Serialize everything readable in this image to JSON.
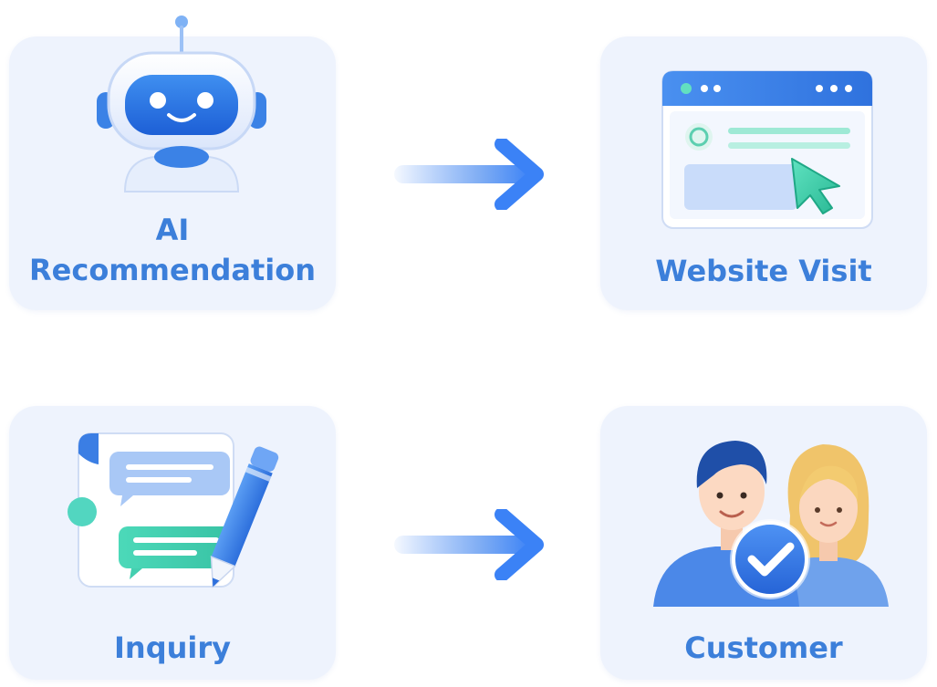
{
  "steps": [
    {
      "label": "AI Recommendation",
      "icon": "robot-icon"
    },
    {
      "label": "Website Visit",
      "icon": "browser-window-icon"
    },
    {
      "label": "Inquiry",
      "icon": "chat-document-icon"
    },
    {
      "label": "Customer",
      "icon": "customers-verified-icon"
    }
  ],
  "connectors": [
    {
      "from": "AI Recommendation",
      "to": "Website Visit",
      "icon": "arrow-right-icon"
    },
    {
      "from": "Inquiry",
      "to": "Customer",
      "icon": "arrow-right-icon"
    }
  ],
  "colors": {
    "card_background": "#eef3fd",
    "label_text": "#3c7fda",
    "accent_blue": "#3b82f6",
    "accent_teal": "#3fd0b0"
  }
}
